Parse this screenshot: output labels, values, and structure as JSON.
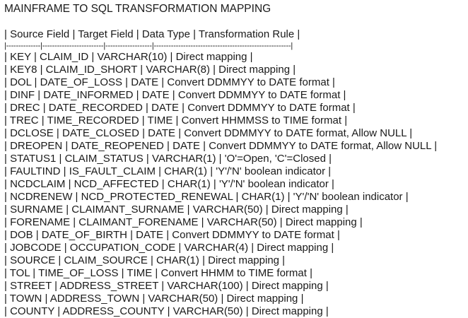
{
  "document": {
    "title": "MAINFRAME TO SQL TRANSFORMATION MAPPING",
    "header": "| Source Field | Target Field | Data Type | Transformation Rule |",
    "separator": "|--------------|-------------------------|-------------------|--------------------------------------------------------|",
    "rows": [
      "| KEY | CLAIM_ID | VARCHAR(10) | Direct mapping |",
      "| KEY8 | CLAIM_ID_SHORT | VARCHAR(8) | Direct mapping |",
      "| DOL | DATE_OF_LOSS | DATE | Convert DDMMYY to DATE format |",
      "| DINF | DATE_INFORMED | DATE | Convert DDMMYY to DATE format |",
      "| DREC | DATE_RECORDED | DATE | Convert DDMMYY to DATE format |",
      "| TREC | TIME_RECORDED | TIME | Convert HHMMSS to TIME format |",
      "| DCLOSE | DATE_CLOSED | DATE | Convert DDMMYY to DATE format, Allow NULL |",
      "| DREOPEN | DATE_REOPENED | DATE | Convert DDMMYY to DATE format, Allow NULL |",
      "| STATUS1 | CLAIM_STATUS | VARCHAR(1) | 'O'=Open, 'C'=Closed |",
      "| FAULTIND | IS_FAULT_CLAIM | CHAR(1) | 'Y'/'N' boolean indicator |",
      "| NCDCLAIM | NCD_AFFECTED | CHAR(1) | 'Y'/'N' boolean indicator |",
      "| NCDRENEW | NCD_PROTECTED_RENEWAL | CHAR(1) | 'Y'/'N' boolean indicator |",
      "| SURNAME | CLAIMANT_SURNAME | VARCHAR(50) | Direct mapping |",
      "| FORENAME | CLAIMANT_FORENAME | VARCHAR(50) | Direct mapping |",
      "| DOB | DATE_OF_BIRTH | DATE | Convert DDMMYY to DATE format |",
      "| JOBCODE | OCCUPATION_CODE | VARCHAR(4) | Direct mapping |",
      "| SOURCE | CLAIM_SOURCE | CHAR(1) | Direct mapping |",
      "| TOL | TIME_OF_LOSS | TIME | Convert HHMM to TIME format |",
      "| STREET | ADDRESS_STREET | VARCHAR(100) | Direct mapping |",
      "| TOWN | ADDRESS_TOWN | VARCHAR(50) | Direct mapping |",
      "| COUNTY | ADDRESS_COUNTY | VARCHAR(50) | Direct mapping |"
    ]
  }
}
